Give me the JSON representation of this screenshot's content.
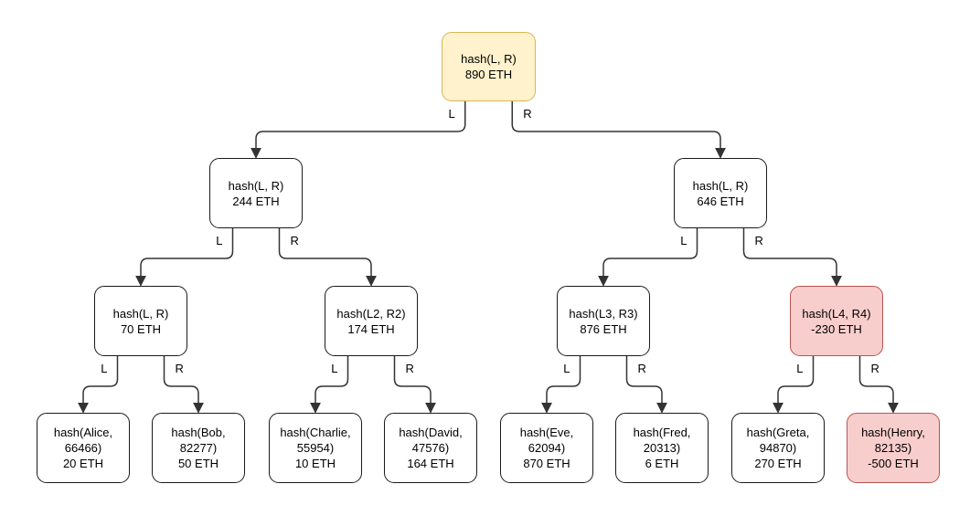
{
  "diagram": {
    "type": "merkle-sum-tree",
    "edge_labels": {
      "left": "L",
      "right": "R"
    },
    "colors": {
      "root_fill": "#FFF2CC",
      "root_border": "#D6B656",
      "negative_fill": "#F8CECC",
      "negative_border": "#B85450",
      "node_fill": "#FFFFFF",
      "node_border": "#1A1A1A",
      "edge": "#333333"
    },
    "nodes": [
      {
        "id": "root",
        "label": "hash(L, R)",
        "value": "890 ETH",
        "variant": "root"
      },
      {
        "id": "n-244",
        "label": "hash(L, R)",
        "value": "244 ETH",
        "variant": "default"
      },
      {
        "id": "n-646",
        "label": "hash(L, R)",
        "value": "646 ETH",
        "variant": "default"
      },
      {
        "id": "n-70",
        "label": "hash(L, R)",
        "value": "70 ETH",
        "variant": "default"
      },
      {
        "id": "n-174",
        "label": "hash(L2, R2)",
        "value": "174 ETH",
        "variant": "default"
      },
      {
        "id": "n-876",
        "label": "hash(L3, R3)",
        "value": "876 ETH",
        "variant": "default"
      },
      {
        "id": "n-neg230",
        "label": "hash(L4, R4)",
        "value": "-230 ETH",
        "variant": "negative"
      },
      {
        "id": "leaf-alice",
        "label": "hash(Alice, 66466)",
        "value": "20 ETH",
        "variant": "default"
      },
      {
        "id": "leaf-bob",
        "label": "hash(Bob, 82277)",
        "value": "50 ETH",
        "variant": "default"
      },
      {
        "id": "leaf-charlie",
        "label": "hash(Charlie, 55954)",
        "value": "10 ETH",
        "variant": "default"
      },
      {
        "id": "leaf-david",
        "label": "hash(David, 47576)",
        "value": "164 ETH",
        "variant": "default"
      },
      {
        "id": "leaf-eve",
        "label": "hash(Eve, 62094)",
        "value": "870 ETH",
        "variant": "default"
      },
      {
        "id": "leaf-fred",
        "label": "hash(Fred, 20313)",
        "value": "6 ETH",
        "variant": "default"
      },
      {
        "id": "leaf-greta",
        "label": "hash(Greta, 94870)",
        "value": "270 ETH",
        "variant": "default"
      },
      {
        "id": "leaf-henry",
        "label": "hash(Henry, 82135)",
        "value": "-500 ETH",
        "variant": "negative"
      }
    ],
    "edges": [
      {
        "from": "root",
        "to": "n-244",
        "label": "L"
      },
      {
        "from": "root",
        "to": "n-646",
        "label": "R"
      },
      {
        "from": "n-244",
        "to": "n-70",
        "label": "L"
      },
      {
        "from": "n-244",
        "to": "n-174",
        "label": "R"
      },
      {
        "from": "n-646",
        "to": "n-876",
        "label": "L"
      },
      {
        "from": "n-646",
        "to": "n-neg230",
        "label": "R"
      },
      {
        "from": "n-70",
        "to": "leaf-alice",
        "label": "L"
      },
      {
        "from": "n-70",
        "to": "leaf-bob",
        "label": "R"
      },
      {
        "from": "n-174",
        "to": "leaf-charlie",
        "label": "L"
      },
      {
        "from": "n-174",
        "to": "leaf-david",
        "label": "R"
      },
      {
        "from": "n-876",
        "to": "leaf-eve",
        "label": "L"
      },
      {
        "from": "n-876",
        "to": "leaf-fred",
        "label": "R"
      },
      {
        "from": "n-neg230",
        "to": "leaf-greta",
        "label": "L"
      },
      {
        "from": "n-neg230",
        "to": "leaf-henry",
        "label": "R"
      }
    ]
  }
}
